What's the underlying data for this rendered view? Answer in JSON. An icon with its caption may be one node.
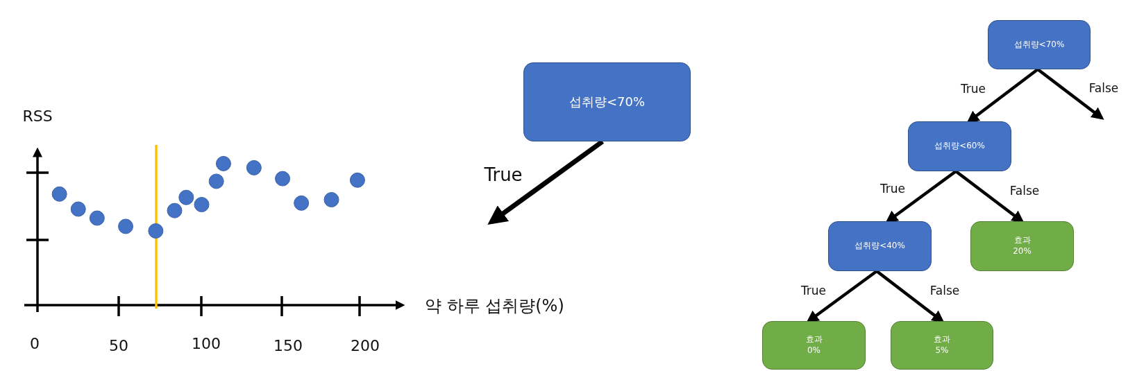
{
  "diagram": {
    "nodes": [
      {
        "text": [
          "섭취량<70%"
        ]
      },
      {
        "text": [
          "섭취량<70%"
        ]
      },
      {
        "text": [
          "섭취량<60%"
        ]
      },
      {
        "text": [
          "섭취량<40%"
        ]
      },
      {
        "text": [
          "효과",
          "20%"
        ]
      },
      {
        "text": [
          "효과",
          "0%"
        ]
      },
      {
        "text": [
          "효과",
          "5%"
        ]
      }
    ],
    "edges": [
      {
        "from": 0,
        "to": null,
        "arrow": "to",
        "label": "True"
      },
      {
        "from": 1,
        "to": 2,
        "arrow": "to",
        "label": "True"
      },
      {
        "from": 1,
        "to": null,
        "arrow": "to",
        "label": "False"
      },
      {
        "from": 2,
        "to": 3,
        "arrow": "to",
        "label": "True"
      },
      {
        "from": 2,
        "to": 4,
        "arrow": "to",
        "label": "False"
      },
      {
        "from": 3,
        "to": 5,
        "arrow": "to",
        "label": "True"
      },
      {
        "from": 3,
        "to": 6,
        "arrow": "to",
        "label": "False"
      }
    ],
    "labels": [
      "RSS",
      "약 하루 섭취량(%)",
      "0",
      "50",
      "100",
      "150",
      "200"
    ]
  }
}
